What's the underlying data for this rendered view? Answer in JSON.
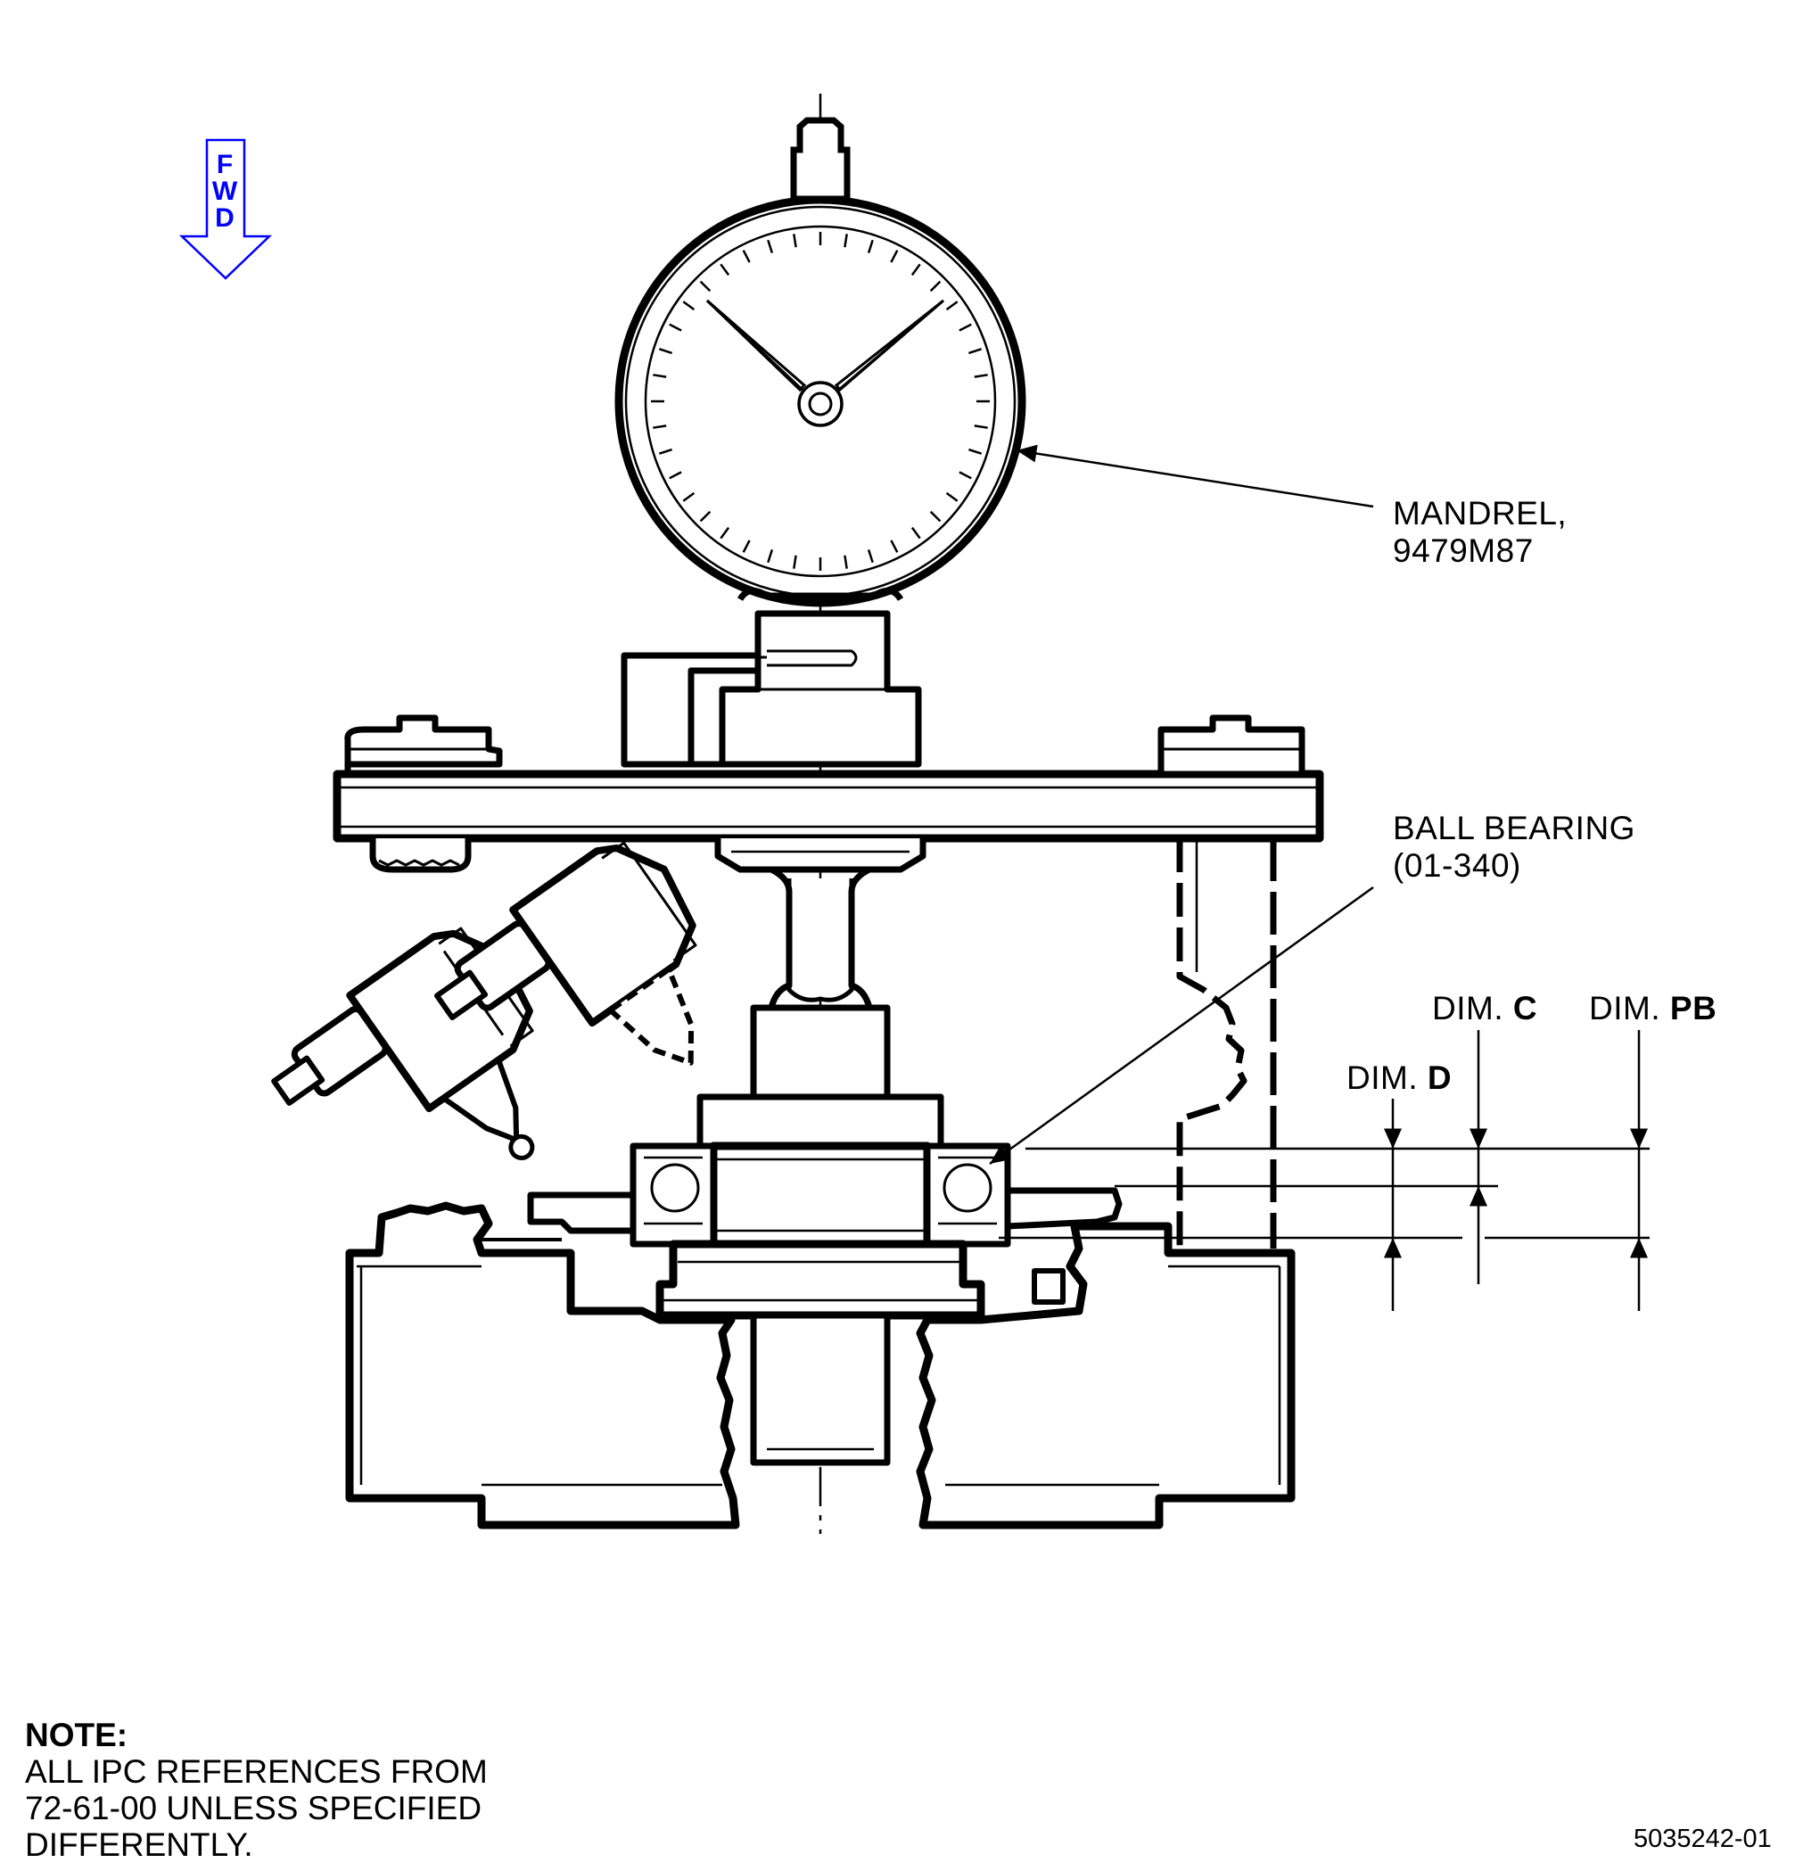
{
  "orientation": {
    "arrow_label_letters": [
      "F",
      "W",
      "D"
    ],
    "arrow_color": "#0000ff"
  },
  "callouts": {
    "mandrel": {
      "line1": "MANDREL,",
      "line2": "9479M87"
    },
    "ball_bearing": {
      "line1": "BALL BEARING",
      "line2": "(01-340)"
    }
  },
  "dimensions": {
    "dim_c": {
      "prefix": "DIM.",
      "letter": "C"
    },
    "dim_pb": {
      "prefix": "DIM.",
      "letter": "PB"
    },
    "dim_d": {
      "prefix": "DIM.",
      "letter": "D"
    }
  },
  "note": {
    "title": "NOTE:",
    "lines": [
      "ALL IPC REFERENCES FROM",
      "72-61-00 UNLESS SPECIFIED",
      "DIFFERENTLY."
    ]
  },
  "figure_number": "5035242-01",
  "colors": {
    "line": "#000000",
    "background": "#ffffff",
    "fwd": "#0000ff"
  }
}
